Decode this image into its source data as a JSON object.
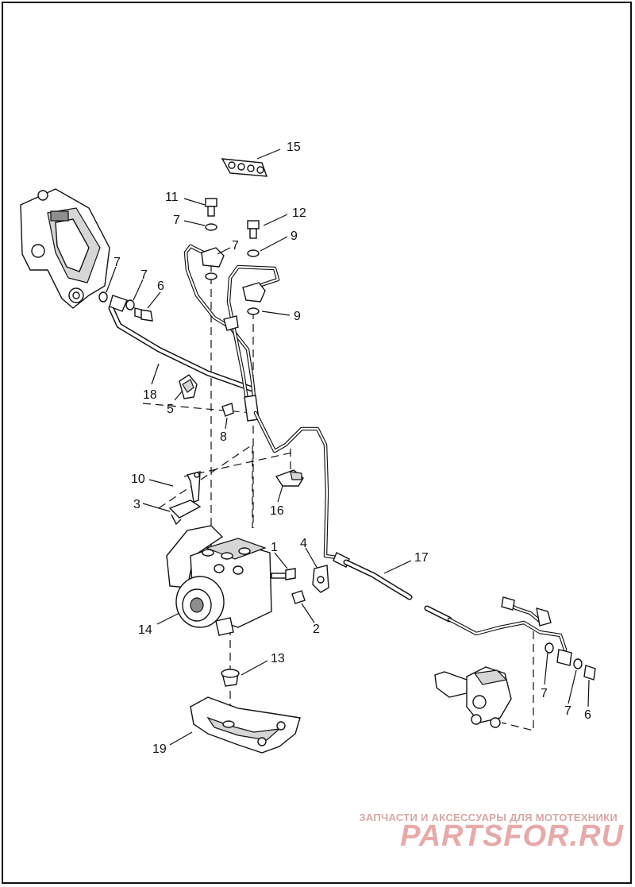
{
  "diagram": {
    "callouts": [
      {
        "key": "c15",
        "label": "15"
      },
      {
        "key": "c11",
        "label": "11"
      },
      {
        "key": "c12",
        "label": "12"
      },
      {
        "key": "c7a",
        "label": "7"
      },
      {
        "key": "c7b",
        "label": "7"
      },
      {
        "key": "c9a",
        "label": "9"
      },
      {
        "key": "c9b",
        "label": "9"
      },
      {
        "key": "c7c",
        "label": "7"
      },
      {
        "key": "c7d",
        "label": "7"
      },
      {
        "key": "c6a",
        "label": "6"
      },
      {
        "key": "c18",
        "label": "18"
      },
      {
        "key": "c5",
        "label": "5"
      },
      {
        "key": "c8",
        "label": "8"
      },
      {
        "key": "c10",
        "label": "10"
      },
      {
        "key": "c3",
        "label": "3"
      },
      {
        "key": "c16",
        "label": "16"
      },
      {
        "key": "c1",
        "label": "1"
      },
      {
        "key": "c4",
        "label": "4"
      },
      {
        "key": "c17",
        "label": "17"
      },
      {
        "key": "c14",
        "label": "14"
      },
      {
        "key": "c2",
        "label": "2"
      },
      {
        "key": "c13",
        "label": "13"
      },
      {
        "key": "c7e",
        "label": "7"
      },
      {
        "key": "c7f",
        "label": "7"
      },
      {
        "key": "c6b",
        "label": "6"
      },
      {
        "key": "c19",
        "label": "19"
      }
    ]
  },
  "watermark": {
    "tagline": "ЗАПЧАСТИ И АКСЕССУАРЫ ДЛЯ МОТОТЕХНИКИ",
    "logo": "PARTSFOR.RU",
    "color": "#e8a9a9"
  }
}
